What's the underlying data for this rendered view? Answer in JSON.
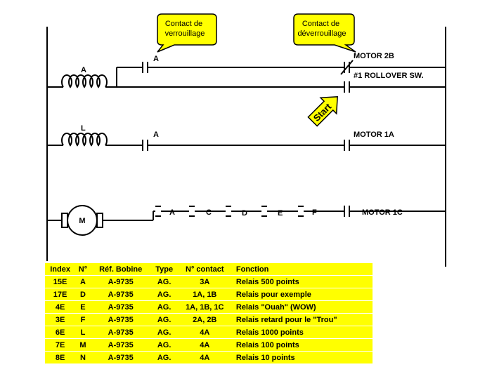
{
  "callouts": {
    "verrouillage": [
      "Contact de",
      "verrouillage"
    ],
    "deverrouillage": [
      "Contact de",
      "déverrouillage"
    ]
  },
  "labels": {
    "coil_a": "A",
    "coil_l": "L",
    "contact_a_rung1": "A",
    "contact_a_rung3": "A",
    "motor_2b": "MOTOR 2B",
    "rollover": "#1 ROLLOVER SW.",
    "start": "Start",
    "motor_1a": "MOTOR 1A",
    "motor_m": "M",
    "contact_a": "A",
    "contact_c": "C",
    "contact_d": "D",
    "contact_e": "E",
    "contact_f": "F",
    "motor_1c": "MOTOR 1C"
  },
  "table": {
    "headers": [
      "Index",
      "N°",
      "Réf. Bobine",
      "Type",
      "N° contact",
      "Fonction"
    ],
    "rows": [
      [
        "15E",
        "A",
        "A-9735",
        "AG.",
        "3A",
        "Relais 500 points"
      ],
      [
        "17E",
        "D",
        "A-9735",
        "AG.",
        "1A, 1B",
        "Relais pour exemple"
      ],
      [
        "4E",
        "E",
        "A-9735",
        "AG.",
        "1A, 1B, 1C",
        "Relais \"Ouah\" (WOW)"
      ],
      [
        "3E",
        "F",
        "A-9735",
        "AG.",
        "2A, 2B",
        "Relais retard pour le \"Trou\""
      ],
      [
        "6E",
        "L",
        "A-9735",
        "AG.",
        "4A",
        "Relais 1000 points"
      ],
      [
        "7E",
        "M",
        "A-9735",
        "AG.",
        "4A",
        "Relais 100 points"
      ],
      [
        "8E",
        "N",
        "A-9735",
        "AG.",
        "4A",
        "Relais 10 points"
      ]
    ]
  },
  "colors": {
    "callout_fill": "#ffff00",
    "table_fill": "#ffff00",
    "line": "#000000"
  }
}
